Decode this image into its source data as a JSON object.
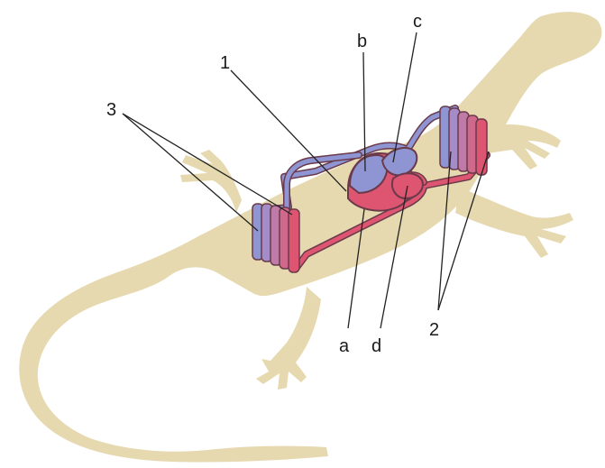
{
  "colors": {
    "silhouette": "#e6d9b0",
    "deoxygenated": "#8f95d3",
    "oxygenated": "#dd5570",
    "vessel_outline": "#6a3a4a",
    "leader_line": "#222222"
  },
  "labels": {
    "one": "1",
    "two": "2",
    "three": "3",
    "a": "a",
    "b": "b",
    "c": "c",
    "d": "d"
  }
}
